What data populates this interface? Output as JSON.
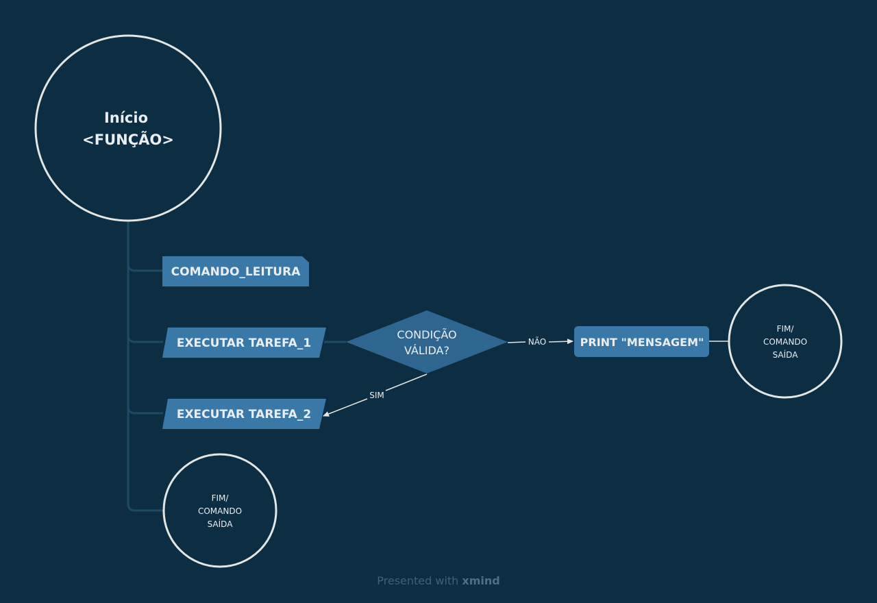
{
  "nodes": {
    "start_line1": "Início",
    "start_line2": "<FUNÇÃO>",
    "read": "COMANDO_LEITURA",
    "task1": "EXECUTAR TAREFA_1",
    "task2": "EXECUTAR TAREFA_2",
    "cond_line1": "CONDIÇÃO",
    "cond_line2": "VÁLIDA?",
    "print": "PRINT \"MENSAGEM\"",
    "end_left": {
      "line1": "FIM/",
      "line2": "COMANDO",
      "line3": "SAÍDA"
    },
    "end_right": {
      "line1": "FIM/",
      "line2": "COMANDO",
      "line3": "SAÍDA"
    }
  },
  "edges": {
    "no_label": "NÃO",
    "yes_label": "SIM"
  },
  "footer": {
    "prefix": "Presented with",
    "brand": "xmind"
  },
  "colors": {
    "background": "#0d2e42",
    "node_fill": "#3a78a8",
    "decision_fill": "#2f6690",
    "circle_stroke": "#e4e6e3",
    "connector": "#1f4a63",
    "arrow": "#e4e6e3"
  }
}
